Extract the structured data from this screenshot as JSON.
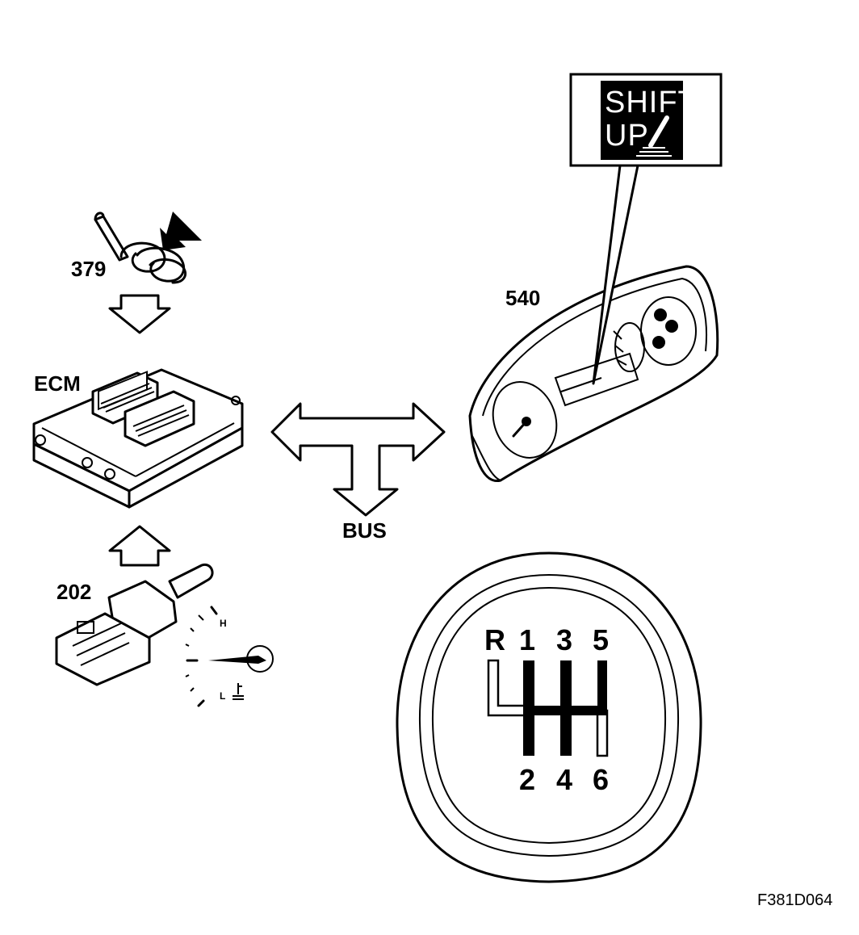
{
  "labels": {
    "switch_379": "379",
    "ecm": "ECM",
    "sensor_202": "202",
    "cluster_540": "540",
    "bus": "BUS",
    "figure_code": "F381D064"
  },
  "display": {
    "line1": "SHIFT",
    "line2": "UP"
  },
  "gauge": {
    "high_mark": "H",
    "low_mark": "L"
  },
  "gearbox": {
    "gears": [
      "R",
      "1",
      "3",
      "5",
      "2",
      "4",
      "6"
    ]
  },
  "colors": {
    "ink": "#000000",
    "paper": "#ffffff"
  }
}
